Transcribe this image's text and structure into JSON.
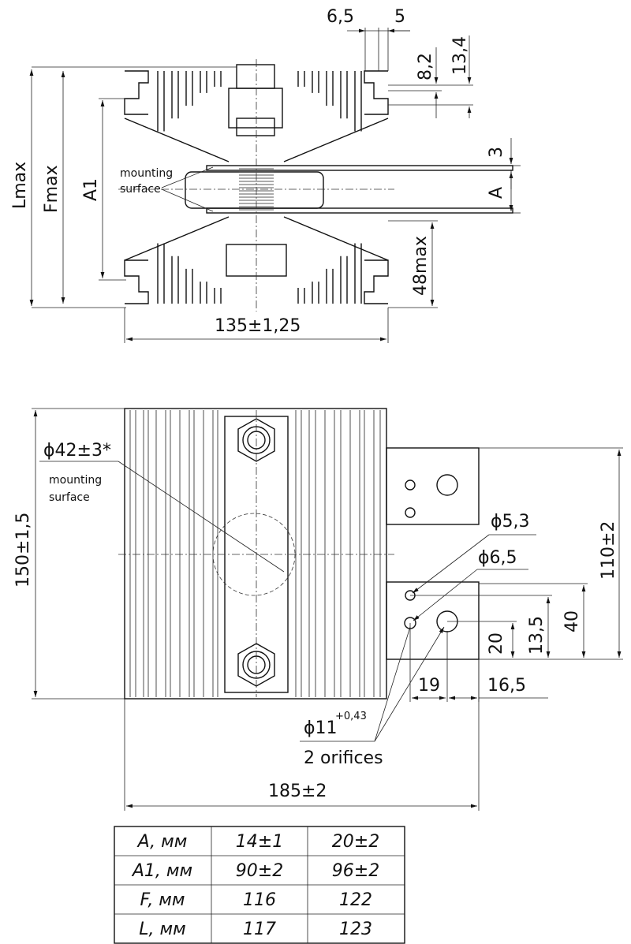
{
  "top_view": {
    "dim_6_5": "6,5",
    "dim_5": "5",
    "dim_8_2": "8,2",
    "dim_13_4": "13,4",
    "dim_3": "3",
    "dim_A": "A",
    "dim_48max": "48max",
    "dim_Lmax": "Lmax",
    "dim_Fmax": "Fmax",
    "dim_A1": "A1",
    "dim_width": "135±1,25",
    "label_mounting_1": "mounting",
    "label_mounting_2": "surface"
  },
  "plan_view": {
    "dim_diameter_42": "ϕ42±3*",
    "label_mounting_1": "mounting",
    "label_mounting_2": "surface",
    "dim_height": "150±1,5",
    "dim_5_3": "ϕ5,3",
    "dim_6_5": "ϕ6,5",
    "dim_110": "110±2",
    "dim_40": "40",
    "dim_13_5": "13,5",
    "dim_20": "20",
    "dim_19": "19",
    "dim_16_5": "16,5",
    "dim_11": "ϕ11",
    "dim_11_tol": "+0,43",
    "label_orifices": "2  orifices",
    "dim_185": "185±2"
  },
  "table": {
    "rows": [
      [
        "A, мм",
        "14±1",
        "20±2"
      ],
      [
        "A1, мм",
        "90±2",
        "96±2"
      ],
      [
        "F, мм",
        "116",
        "122"
      ],
      [
        "L, мм",
        "117",
        "123"
      ]
    ]
  }
}
